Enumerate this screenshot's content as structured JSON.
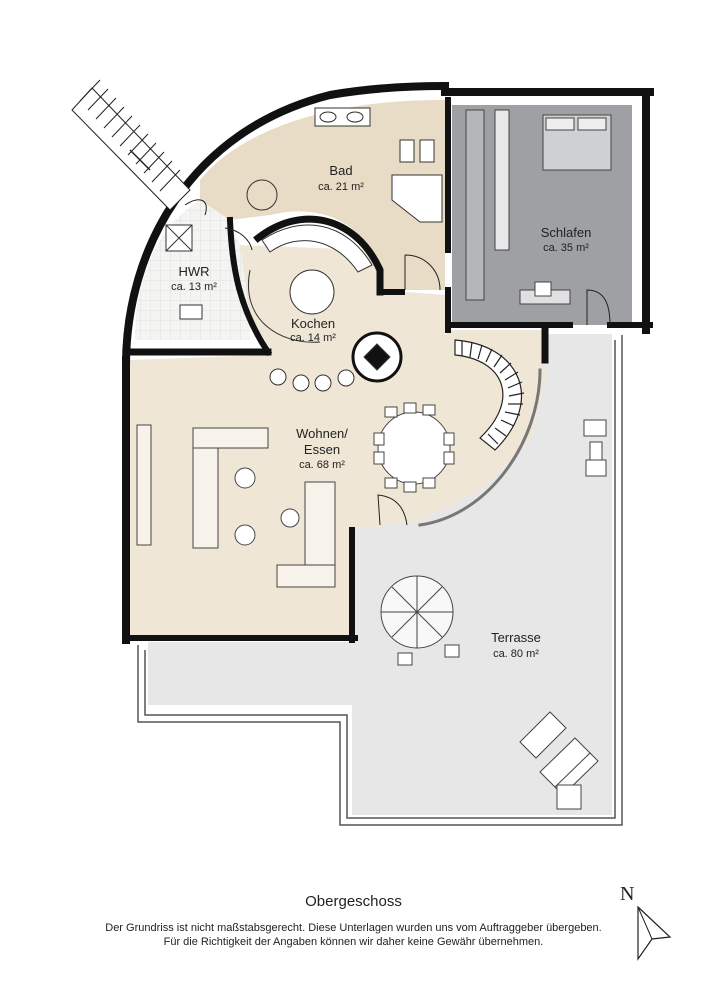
{
  "floor_title": "Obergeschoss",
  "disclaimer": {
    "line1": "Der Grundriss ist nicht maßstabsgerecht. Diese Unterlagen wurden uns vom Auftraggeber übergeben.",
    "line2": "Für die Richtigkeit der Angaben können wir daher keine Gewähr übernehmen."
  },
  "north_label": "N",
  "rooms": {
    "bad": {
      "name": "Bad",
      "area": "ca. 21 m²"
    },
    "schlafen": {
      "name": "Schlafen",
      "area": "ca. 35 m²"
    },
    "hwr": {
      "name": "HWR",
      "area": "ca. 13 m²"
    },
    "kochen": {
      "name": "Kochen",
      "area": "ca. 14 m²"
    },
    "wohnen": {
      "name1": "Wohnen/",
      "name2": "Essen",
      "area": "ca. 68 m²"
    },
    "terrasse": {
      "name": "Terrasse",
      "area": "ca. 80 m²"
    }
  },
  "colors": {
    "wall": "#111111",
    "bad_floor": "#e8dcc6",
    "schlafen_floor": "#9ea0a3",
    "living_floor": "#f0e6d6",
    "terrace_floor": "#e6e7e6",
    "hwr_floor": "#f3f3f1"
  },
  "icons": [
    "staircase",
    "compass-arrow",
    "bed",
    "toilet",
    "bidet",
    "shower",
    "sofa",
    "dining-table",
    "umbrella",
    "sun-lounger"
  ]
}
